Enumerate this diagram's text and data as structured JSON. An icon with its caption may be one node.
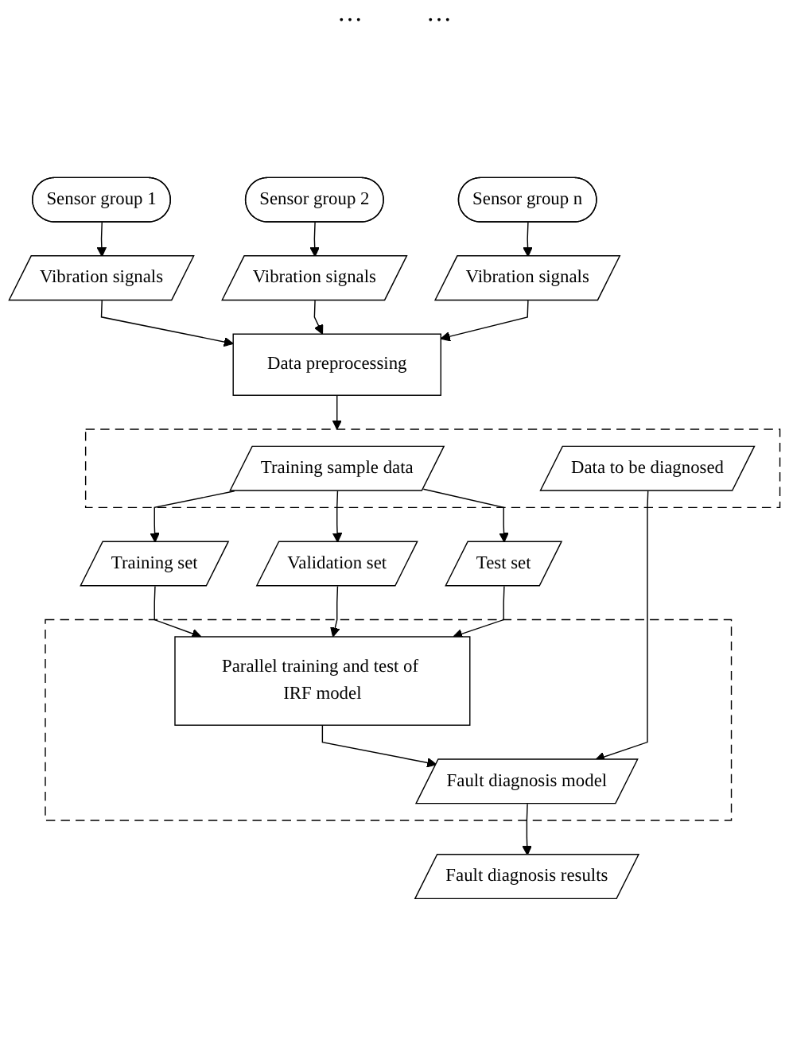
{
  "diagram": {
    "nodes": [
      {
        "text": [
          "Sensor group 1"
        ]
      },
      {
        "text": [
          "Sensor group 2"
        ]
      },
      {
        "text": [
          "Sensor group n"
        ]
      },
      {
        "text": [
          "Vibration signals"
        ]
      },
      {
        "text": [
          "Vibration signals"
        ]
      },
      {
        "text": [
          "Vibration signals"
        ]
      },
      {
        "text": [
          "Data preprocessing"
        ]
      },
      {
        "text": [],
        "shape": "box"
      },
      {
        "text": [
          "Training sample data"
        ],
        "in": 7
      },
      {
        "text": [
          "Data to be diagnosed"
        ],
        "in": 7
      },
      {
        "text": [
          "Training set"
        ]
      },
      {
        "text": [
          "Validation set"
        ]
      },
      {
        "text": [
          "Test set"
        ]
      },
      {
        "text": [],
        "shape": "box"
      },
      {
        "text": [
          "Parallel training and test of IRF model"
        ],
        "in": 13
      },
      {
        "text": [
          "Fault diagnosis model"
        ],
        "in": 13
      },
      {
        "text": [
          "Fault diagnosis results"
        ]
      }
    ],
    "edges": [
      {
        "from": 0,
        "to": 3,
        "arrow": "to"
      },
      {
        "from": 1,
        "to": 4,
        "arrow": "to"
      },
      {
        "from": 2,
        "to": 5,
        "arrow": "to"
      },
      {
        "from": 3,
        "to": 6,
        "arrow": "to"
      },
      {
        "from": 4,
        "to": 6,
        "arrow": "to"
      },
      {
        "from": 5,
        "to": 6,
        "arrow": "to"
      },
      {
        "from": 6,
        "to": 7,
        "arrow": "to"
      },
      {
        "from": 8,
        "to": 10,
        "arrow": "to"
      },
      {
        "from": 8,
        "to": 11,
        "arrow": "to"
      },
      {
        "from": 8,
        "to": 12,
        "arrow": "to"
      },
      {
        "from": 10,
        "to": 14,
        "arrow": "to"
      },
      {
        "from": 11,
        "to": 14,
        "arrow": "to"
      },
      {
        "from": 12,
        "to": 14,
        "arrow": "to"
      },
      {
        "from": 14,
        "to": 15,
        "arrow": "to"
      },
      {
        "from": 9,
        "to": 15,
        "arrow": "to"
      },
      {
        "from": 15,
        "to": 16,
        "arrow": "to"
      }
    ],
    "labels": [
      "…",
      "…"
    ]
  }
}
